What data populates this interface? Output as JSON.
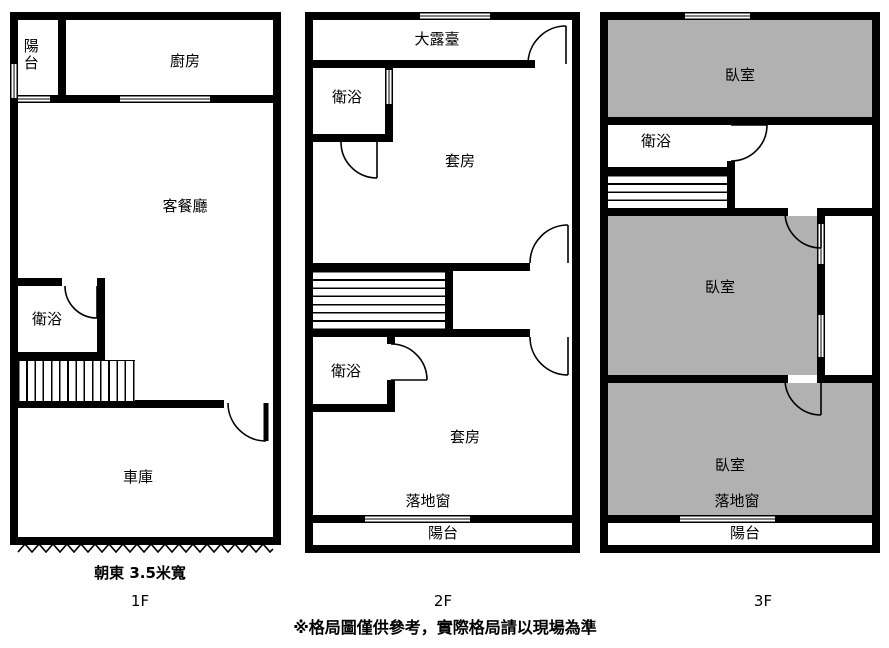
{
  "floors": [
    {
      "caption": "1F",
      "dimension": "朝東 3.5米寬",
      "rooms": {
        "balcony": "陽台",
        "kitchen": "廚房",
        "living_dining": "客餐廳",
        "bath": "衛浴",
        "garage": "車庫"
      }
    },
    {
      "caption": "2F",
      "rooms": {
        "terrace": "大露臺",
        "bath_upper": "衛浴",
        "suite_upper": "套房",
        "bath_lower": "衛浴",
        "suite_lower": "套房",
        "french_window": "落地窗",
        "balcony": "陽台"
      }
    },
    {
      "caption": "3F",
      "rooms": {
        "bedroom_top": "臥室",
        "bath": "衛浴",
        "bedroom_middle": "臥室",
        "bedroom_bottom": "臥室",
        "french_window": "落地窗",
        "balcony": "陽台"
      }
    }
  ],
  "footer": {
    "disclaimer": "※格局圖僅供參考，實際格局請以現場為準"
  },
  "colors": {
    "wall": "#000000",
    "room_fill_3f": "#b1b1b1",
    "background": "#ffffff"
  }
}
